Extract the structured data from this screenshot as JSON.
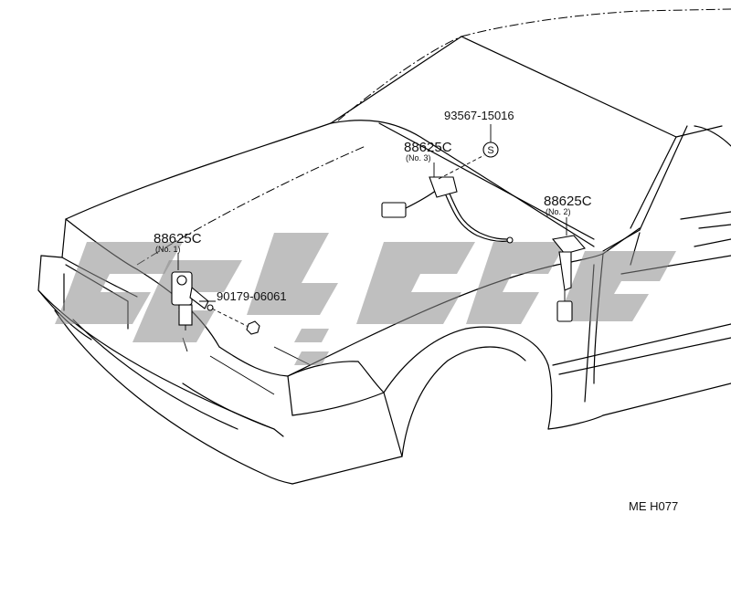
{
  "labels": {
    "part_no1": {
      "number": "88625C",
      "sub": "(No. 1)"
    },
    "part_no2": {
      "number": "88625C",
      "sub": "(No. 2)"
    },
    "part_no3": {
      "number": "88625C",
      "sub": "(No. 3)"
    },
    "clip": "93567-15016",
    "clip_symbol": "S",
    "nut": "90179-06061"
  },
  "drawing_code": "ME H077"
}
